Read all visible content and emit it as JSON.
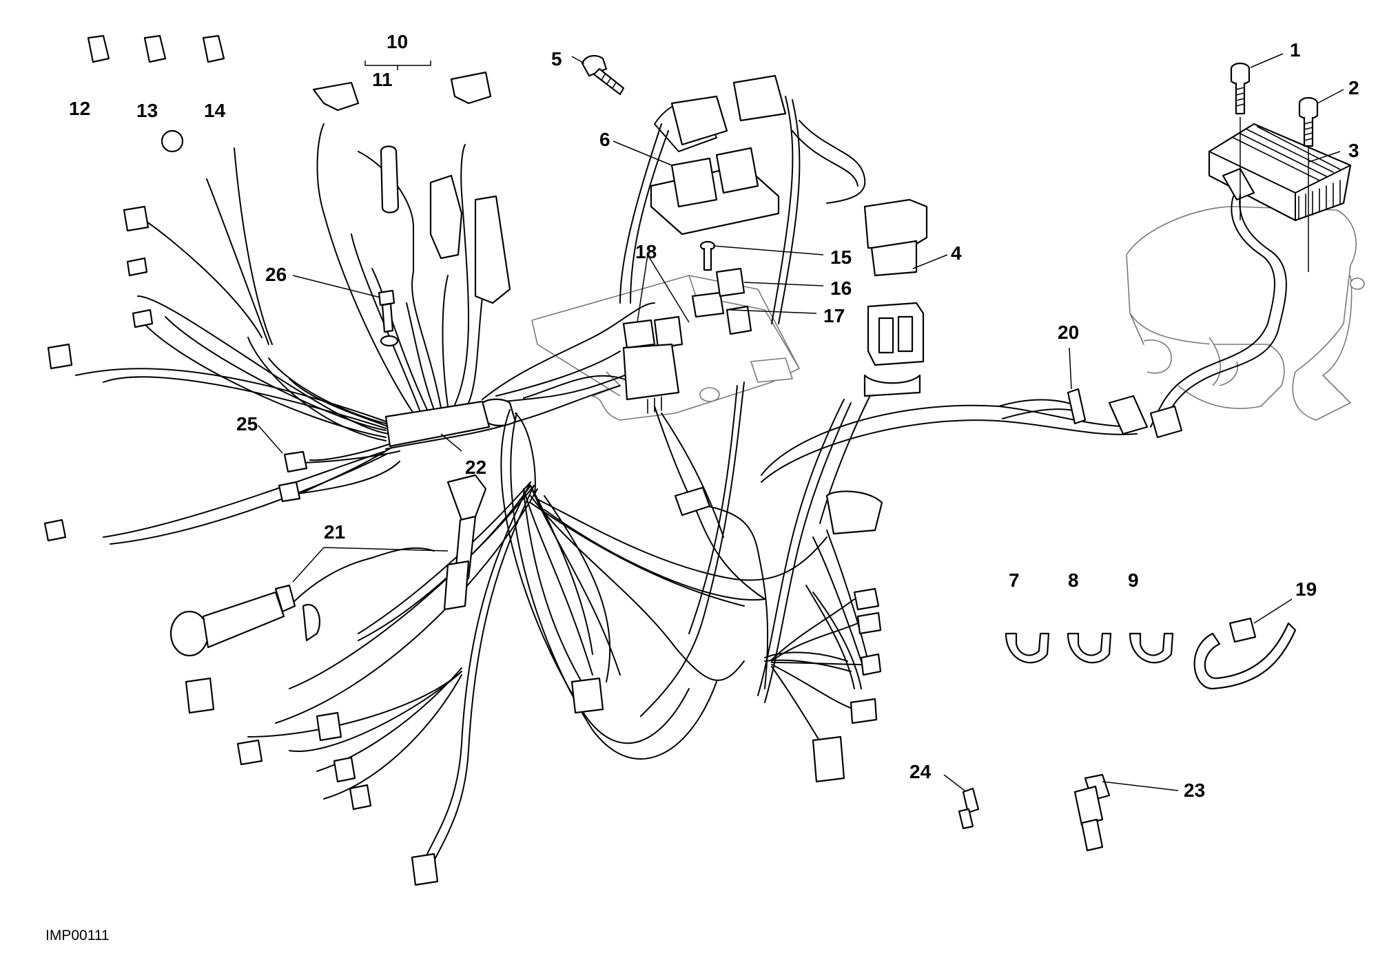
{
  "diagram": {
    "reference_code": "IMP00111",
    "part_labels": [
      "1",
      "2",
      "3",
      "4",
      "5",
      "6",
      "7",
      "8",
      "9",
      "10",
      "11",
      "12",
      "13",
      "14",
      "15",
      "16",
      "17",
      "18",
      "19",
      "20",
      "21",
      "22",
      "23",
      "24",
      "25",
      "26"
    ]
  }
}
